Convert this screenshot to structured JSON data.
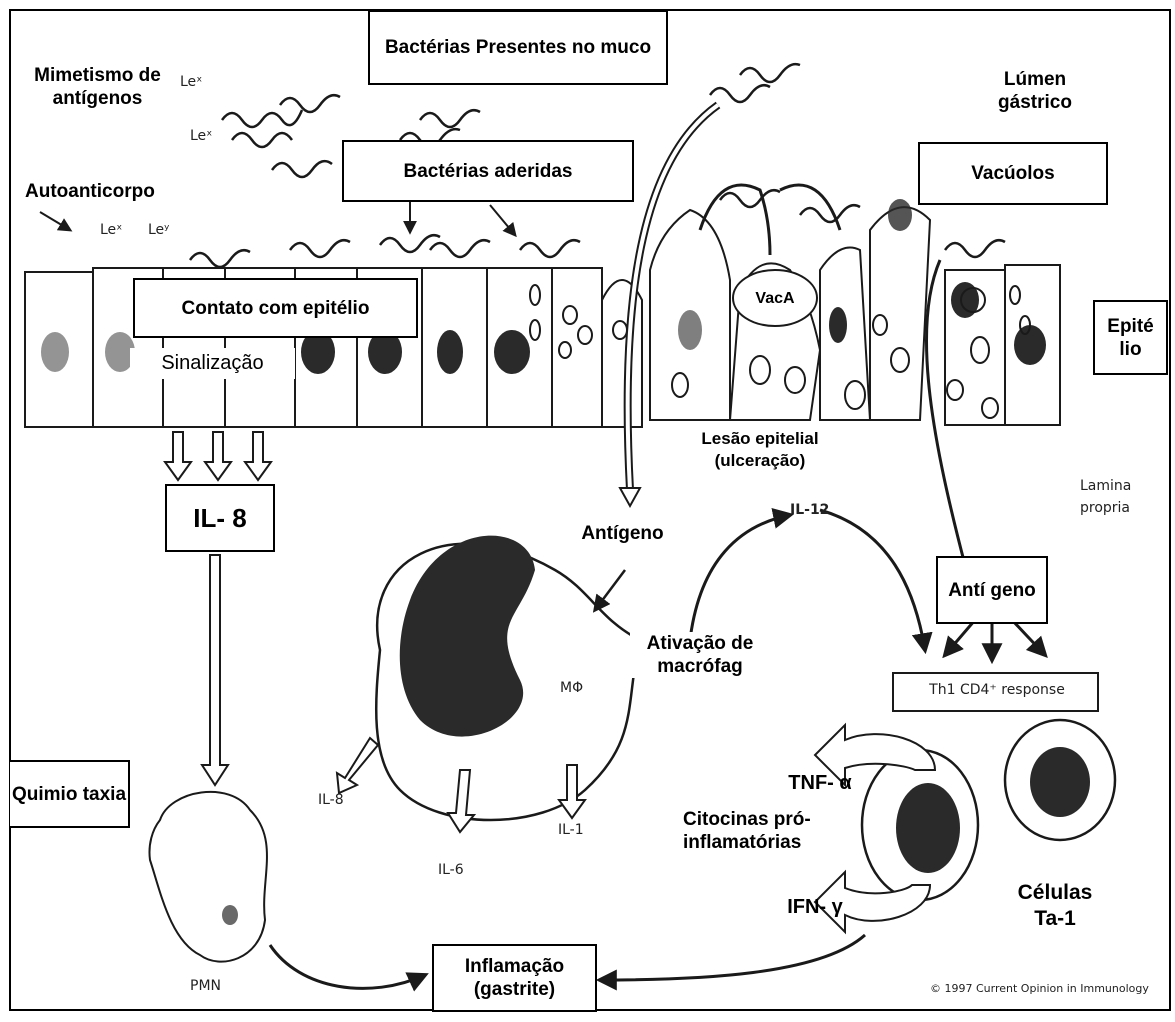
{
  "labels": {
    "bacterias_muco": "Bactérias Presentes no muco",
    "mimetismo": "Mimetismo de antígenos",
    "lumen": "Lúmen gástrico",
    "bacterias_aderidas": "Bactérias aderidas",
    "vacuolos": "Vacúolos",
    "autoanticorpo": "Autoanticorpo",
    "contato": "Contato com epitélio",
    "sinalizacao": "Sinalização",
    "epitelio": "Epité lio",
    "vaca": "VacA",
    "lesao": "Lesão epitelial (ulceração)",
    "lamina": "Lamina propria",
    "il8_main": "IL- 8",
    "antigeno": "Antígeno",
    "il12": "IL-12",
    "antigeno2": "Antí geno",
    "ativacao": "Ativação de macrófag",
    "th1": "Th1 CD4⁺ response",
    "mphi": "MΦ",
    "il8": "IL-8",
    "il6": "IL-6",
    "il1": "IL-1",
    "quimiotaxia": "Quimio taxia",
    "tnf": "TNF- α",
    "citocinas": "Citocinas pró- inflamatórias",
    "ifn": "IFN- γ",
    "celulas": "Células Ta-1",
    "pmn": "PMN",
    "inflamacao": "Inflamação (gastrite)",
    "copyright": "© 1997 Current Opinion in Immunology",
    "lex1": "Leˣ",
    "lex2": "Leˣ",
    "lex3": "Leˣ",
    "ley": "Leʸ"
  },
  "colors": {
    "ink": "#1a1a1a",
    "nucleus": "#2a2a2a",
    "paper": "#ffffff"
  }
}
